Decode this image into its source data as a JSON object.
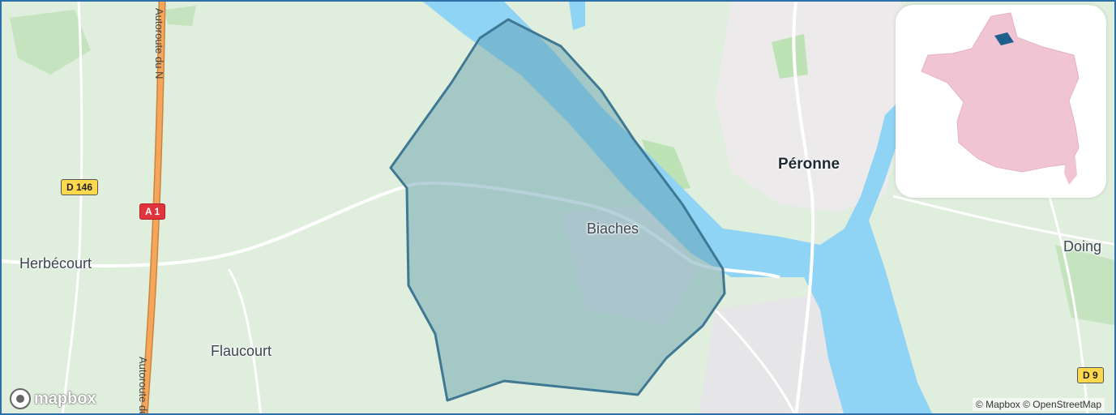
{
  "places": {
    "peronne": "Péronne",
    "biaches": "Biaches",
    "herbecourt": "Herbécourt",
    "flaucourt": "Flaucourt",
    "doingt": "Doing"
  },
  "roads": {
    "d146": "D 146",
    "a1": "A 1",
    "autoroute_top": "Autoroute du N",
    "autoroute_bottom": "Autoroute du N",
    "d9": "D 9"
  },
  "branding": {
    "logo": "mapbox",
    "attribution": "© Mapbox © OpenStreetMap"
  },
  "colors": {
    "land": "#dfeedd",
    "water": "#8fd4f5",
    "area_fill": "#5e98aa",
    "area_stroke": "#3f7893",
    "motorway": "#f5a65b",
    "urban": "#eceaea",
    "inset_france": "#f0c4d3",
    "inset_highlight": "#1f5f8e"
  }
}
